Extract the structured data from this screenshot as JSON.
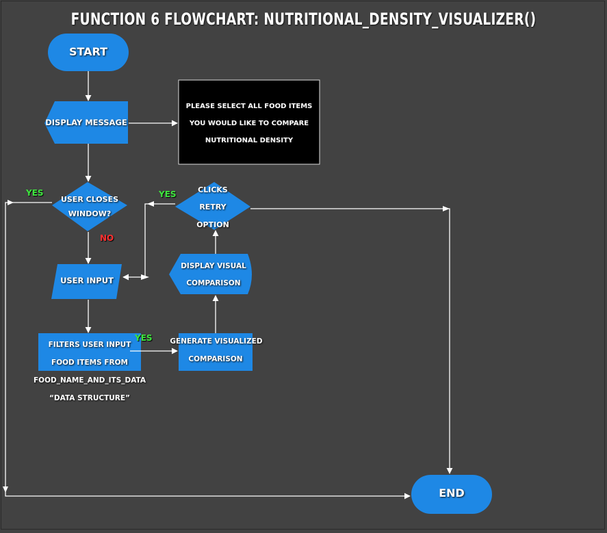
{
  "title": "FUNCTION 6 FLOWCHART: NUTRITIONAL_DENSITY_VISUALIZER()",
  "colors": {
    "background": "#424242",
    "shape_fill": "#1e88e5",
    "message_box": "#000000",
    "line": "#ffffff",
    "yes": "#3ee63e",
    "no": "#ff3030"
  },
  "nodes": {
    "start": "START",
    "display_message": "DISPLAY MESSAGE",
    "message_box": [
      "PLEASE SELECT ALL FOOD ITEMS",
      "YOU WOULD LIKE TO COMPARE",
      "NUTRITIONAL DENSITY"
    ],
    "user_closes": [
      "USER CLOSES",
      "WINDOW?"
    ],
    "user_input": "USER INPUT",
    "filters": [
      "FILTERS USER INPUT",
      "FOOD ITEMS FROM",
      "FOOD_NAME_AND_ITS_DATA",
      "“DATA STRUCTURE”"
    ],
    "generate": [
      "GENERATE VISUALIZED",
      "COMPARISON"
    ],
    "display_visual": [
      "DISPLAY VISUAL",
      "COMPARISON"
    ],
    "clicks_retry": [
      "CLICKS",
      "RETRY",
      "OPTION"
    ],
    "end": "END"
  },
  "edge_labels": {
    "closes_yes": "YES",
    "closes_no": "NO",
    "retry_yes": "YES",
    "filters_yes": "YES"
  }
}
